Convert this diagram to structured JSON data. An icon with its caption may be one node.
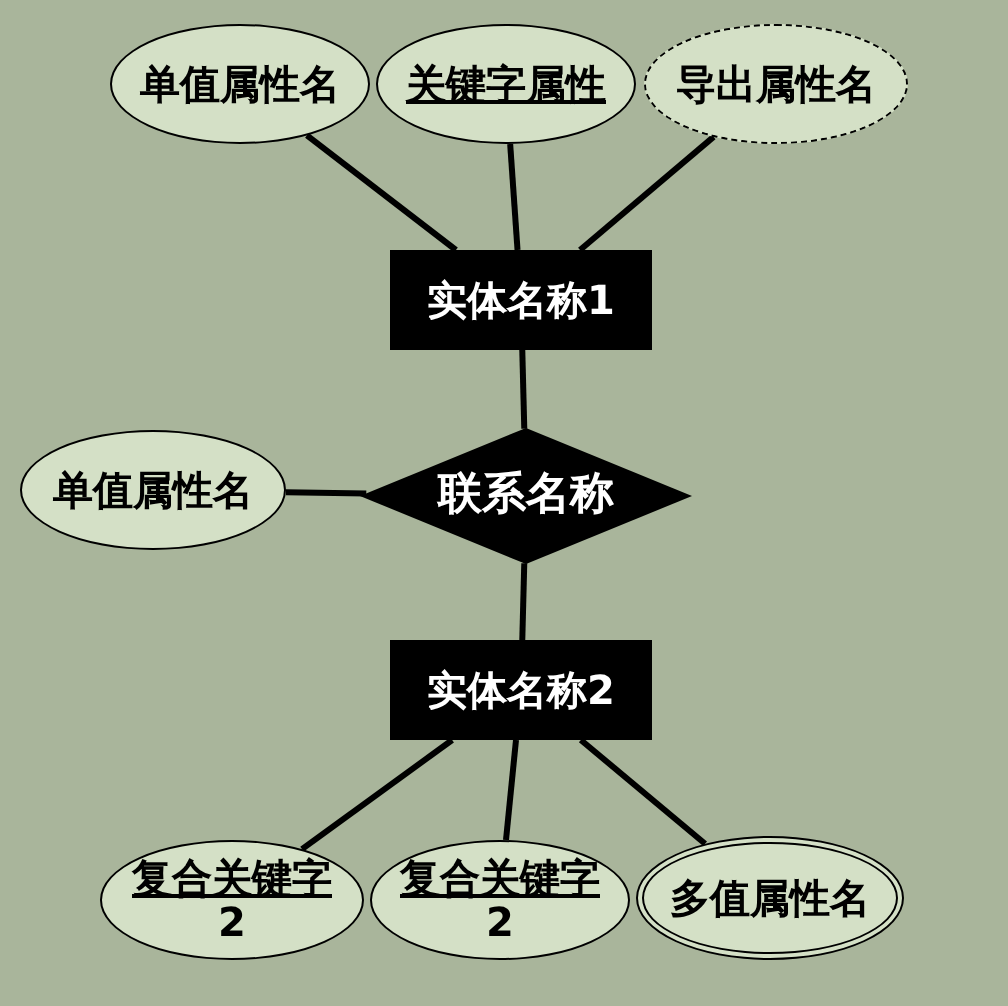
{
  "diagram": {
    "nodes": [
      {
        "text": [
          "单值属性名"
        ]
      },
      {
        "text": [
          "关键字属性"
        ]
      },
      {
        "text": [
          "导出属性名"
        ]
      },
      {
        "text": [
          "实体名称1"
        ]
      },
      {
        "text": [
          "单值属性名"
        ]
      },
      {
        "text": [
          "联系名称"
        ]
      },
      {
        "text": [
          "实体名称2"
        ]
      },
      {
        "text": [
          "复合关键字",
          "2"
        ]
      },
      {
        "text": [
          "复合关键字",
          "2"
        ]
      },
      {
        "text": [
          "多值属性名"
        ]
      }
    ],
    "edges": [
      {
        "from": 0,
        "to": 3,
        "arrow": "none"
      },
      {
        "from": 1,
        "to": 3,
        "arrow": "none"
      },
      {
        "from": 2,
        "to": 3,
        "arrow": "none"
      },
      {
        "from": 3,
        "to": 5,
        "arrow": "none"
      },
      {
        "from": 4,
        "to": 5,
        "arrow": "none"
      },
      {
        "from": 5,
        "to": 6,
        "arrow": "none"
      },
      {
        "from": 6,
        "to": 7,
        "arrow": "none"
      },
      {
        "from": 6,
        "to": 8,
        "arrow": "none"
      },
      {
        "from": 6,
        "to": 9,
        "arrow": "none"
      }
    ]
  }
}
